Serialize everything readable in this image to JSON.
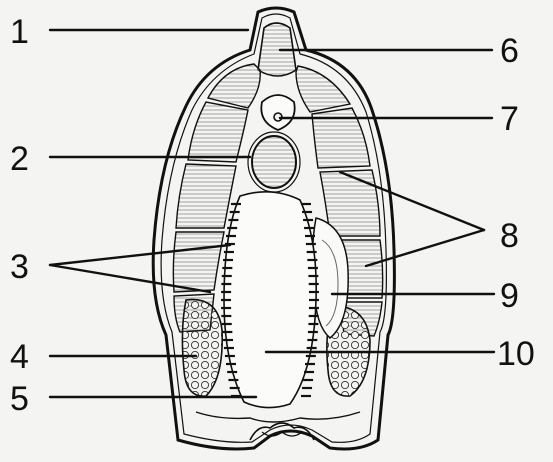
{
  "figure": {
    "labels": [
      "1",
      "2",
      "3",
      "4",
      "5",
      "6",
      "7",
      "8",
      "9",
      "10"
    ]
  },
  "colors": {
    "ink": "#111111",
    "paper": "#f4f4f2",
    "muscle_fill": "#e9e9e6",
    "hatch": "#8c8c8c"
  }
}
